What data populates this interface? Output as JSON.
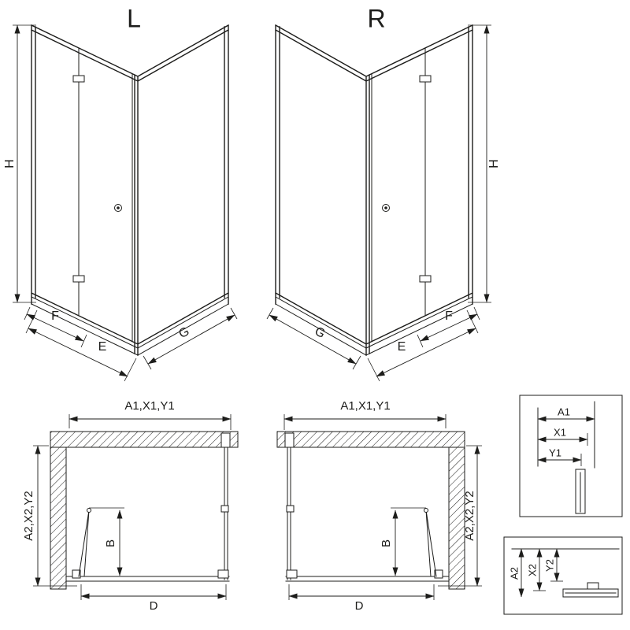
{
  "colors": {
    "background": "#ffffff",
    "line": "#1d1d1b"
  },
  "perspective_views": {
    "left": {
      "label": "L",
      "height": "H",
      "front_fixed": "F",
      "entry": "E",
      "side": "G"
    },
    "right": {
      "label": "R",
      "height": "H",
      "front_fixed": "F",
      "entry": "E",
      "side": "G"
    }
  },
  "plan_views": {
    "left": {
      "width": "A1,X1,Y1",
      "depth": "A2,X2,Y2",
      "door": "B",
      "base_width": "D"
    },
    "right": {
      "width": "A1,X1,Y1",
      "depth": "A2,X2,Y2",
      "door": "B",
      "base_width": "D"
    }
  },
  "detail_views": {
    "width_profile": {
      "labels": [
        "A1",
        "X1",
        "Y1"
      ]
    },
    "depth_profile": {
      "labels": [
        "A2",
        "X2",
        "Y2"
      ]
    }
  }
}
